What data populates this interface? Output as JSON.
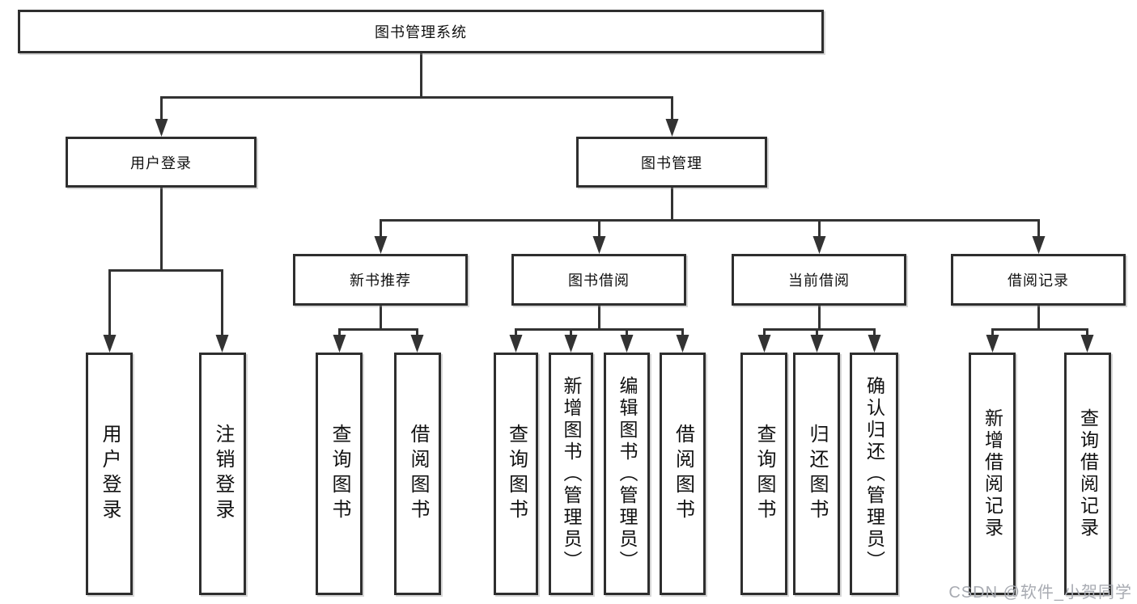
{
  "diagram": {
    "title_node": {
      "label": "图书管理系统"
    },
    "level2": [
      {
        "label": "用户登录",
        "parent": "图书管理系统"
      },
      {
        "label": "图书管理",
        "parent": "图书管理系统"
      }
    ],
    "level3": [
      {
        "label": "新书推荐",
        "parent": "图书管理"
      },
      {
        "label": "图书借阅",
        "parent": "图书管理"
      },
      {
        "label": "当前借阅",
        "parent": "图书管理"
      },
      {
        "label": "借阅记录",
        "parent": "图书管理"
      }
    ],
    "leaves": [
      {
        "label": "用户登录",
        "parent": "用户登录"
      },
      {
        "label": "注销登录",
        "parent": "用户登录"
      },
      {
        "label": "查询图书",
        "parent": "新书推荐"
      },
      {
        "label": "借阅图书",
        "parent": "新书推荐"
      },
      {
        "label": "查询图书",
        "parent": "图书借阅"
      },
      {
        "label": "新增图书（管理员）",
        "parent": "图书借阅"
      },
      {
        "label": "编辑图书（管理员）",
        "parent": "图书借阅"
      },
      {
        "label": "借阅图书",
        "parent": "图书借阅"
      },
      {
        "label": "查询图书",
        "parent": "当前借阅"
      },
      {
        "label": "归还图书",
        "parent": "当前借阅"
      },
      {
        "label": "确认归还（管理员）",
        "parent": "当前借阅"
      },
      {
        "label": "新增借阅记录",
        "parent": "借阅记录"
      },
      {
        "label": "查询借阅记录",
        "parent": "借阅记录"
      }
    ],
    "colors": {
      "line": "#333333",
      "box_border": "#2e2e2e",
      "text": "#111111",
      "background": "#ffffff",
      "watermark_text_color": "#a8abb2"
    }
  },
  "watermark": {
    "text": "CSDN @软件_小贺同学"
  }
}
